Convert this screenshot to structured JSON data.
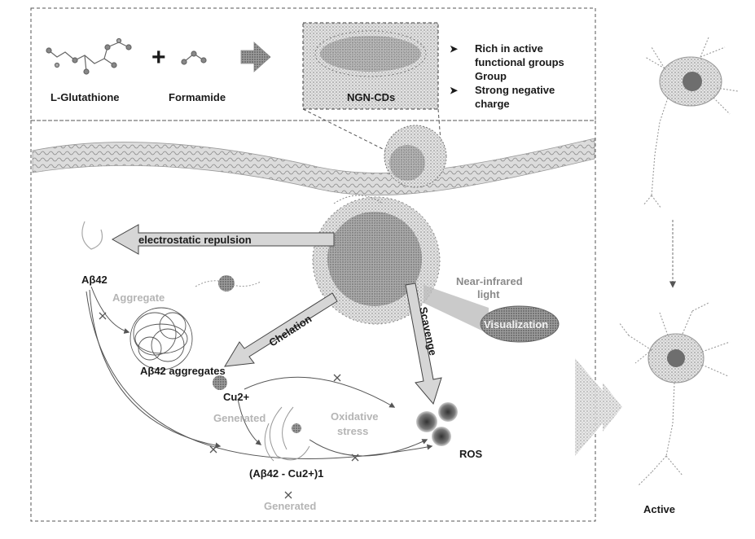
{
  "top_panel": {
    "glutathione_label": "L-Glutathione",
    "formamide_label": "Formamide",
    "plus_symbol": "+",
    "product_label": "NGN-CDs",
    "features": [
      {
        "marker": "➤",
        "lines": [
          "Rich in active",
          "functional groups",
          "Group"
        ]
      },
      {
        "marker": "➤",
        "lines": [
          "Strong negative",
          "charge"
        ]
      }
    ]
  },
  "main_panel": {
    "repulsion_label": "electrostatic repulsion",
    "chelation_label": "Chelation",
    "scavenge_label": "Scavenge",
    "nir_label_line1": "Near-infrared",
    "nir_label_line2": "light",
    "visualization_label": "Visualization",
    "abeta_label": "Aβ42",
    "aggregate_label": "Aggregate",
    "aggregates_label": "Aβ42 aggregates",
    "cu_label": "Cu2+",
    "generated_label_1": "Generated",
    "oxidative_line1": "Oxidative",
    "oxidative_line2": "stress",
    "complex_label": "(Aβ42 - Cu2+)1",
    "generated_label_2": "Generated",
    "ros_label": "ROS"
  },
  "right_panel": {
    "active_label": "Active"
  },
  "colors": {
    "frame": "#555555",
    "membrane": "#c9c9c9",
    "arrow_fill": "#d6d6d6",
    "dark": "#1a1a1a",
    "grey_text": "#b5b5b5"
  }
}
